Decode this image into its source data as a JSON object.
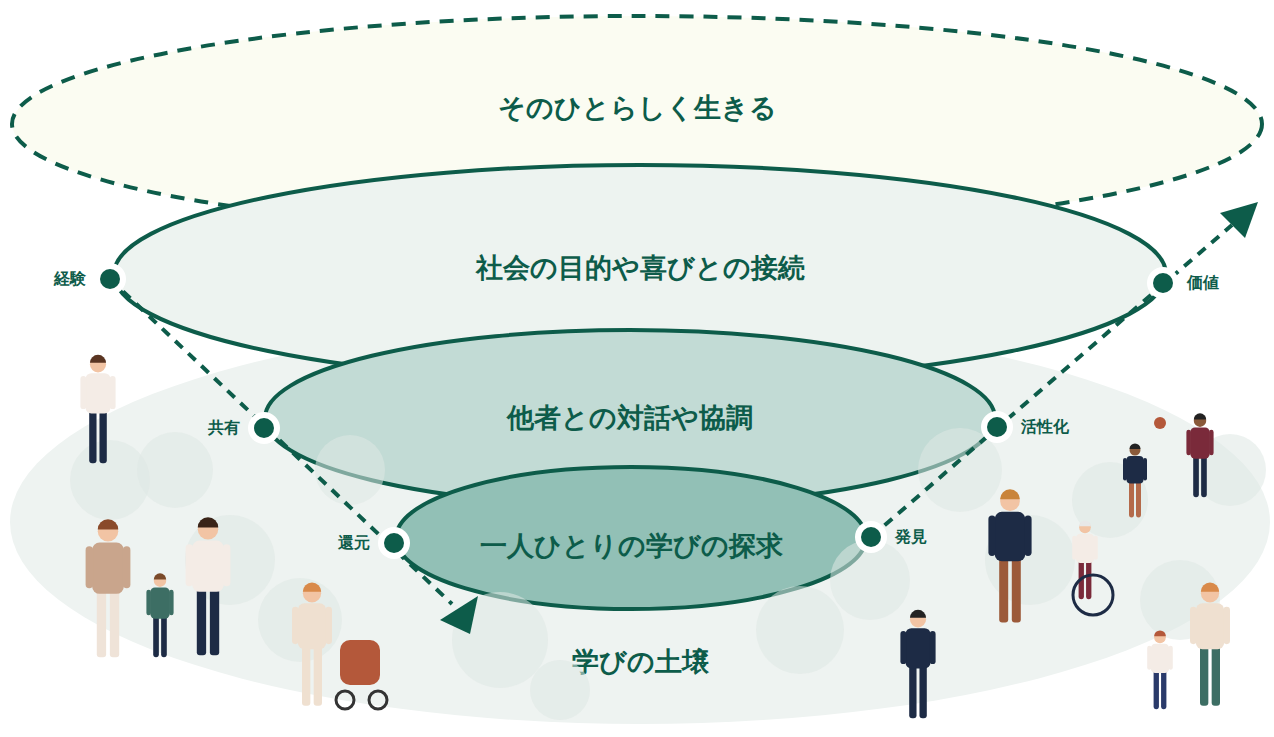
{
  "diagram": {
    "nodes": [
      {
        "text": [
          "そのひとらしく生きる"
        ]
      },
      {
        "text": [
          "社会の目的や喜びとの接続"
        ]
      },
      {
        "text": [
          "他者との対話や協調"
        ]
      },
      {
        "text": [
          "一人ひとりの学びの探求"
        ]
      },
      {
        "text": [
          "学びの土壌"
        ]
      }
    ],
    "labels": [
      "経験",
      "共有",
      "還元",
      "発見",
      "活性化",
      "価値"
    ]
  }
}
